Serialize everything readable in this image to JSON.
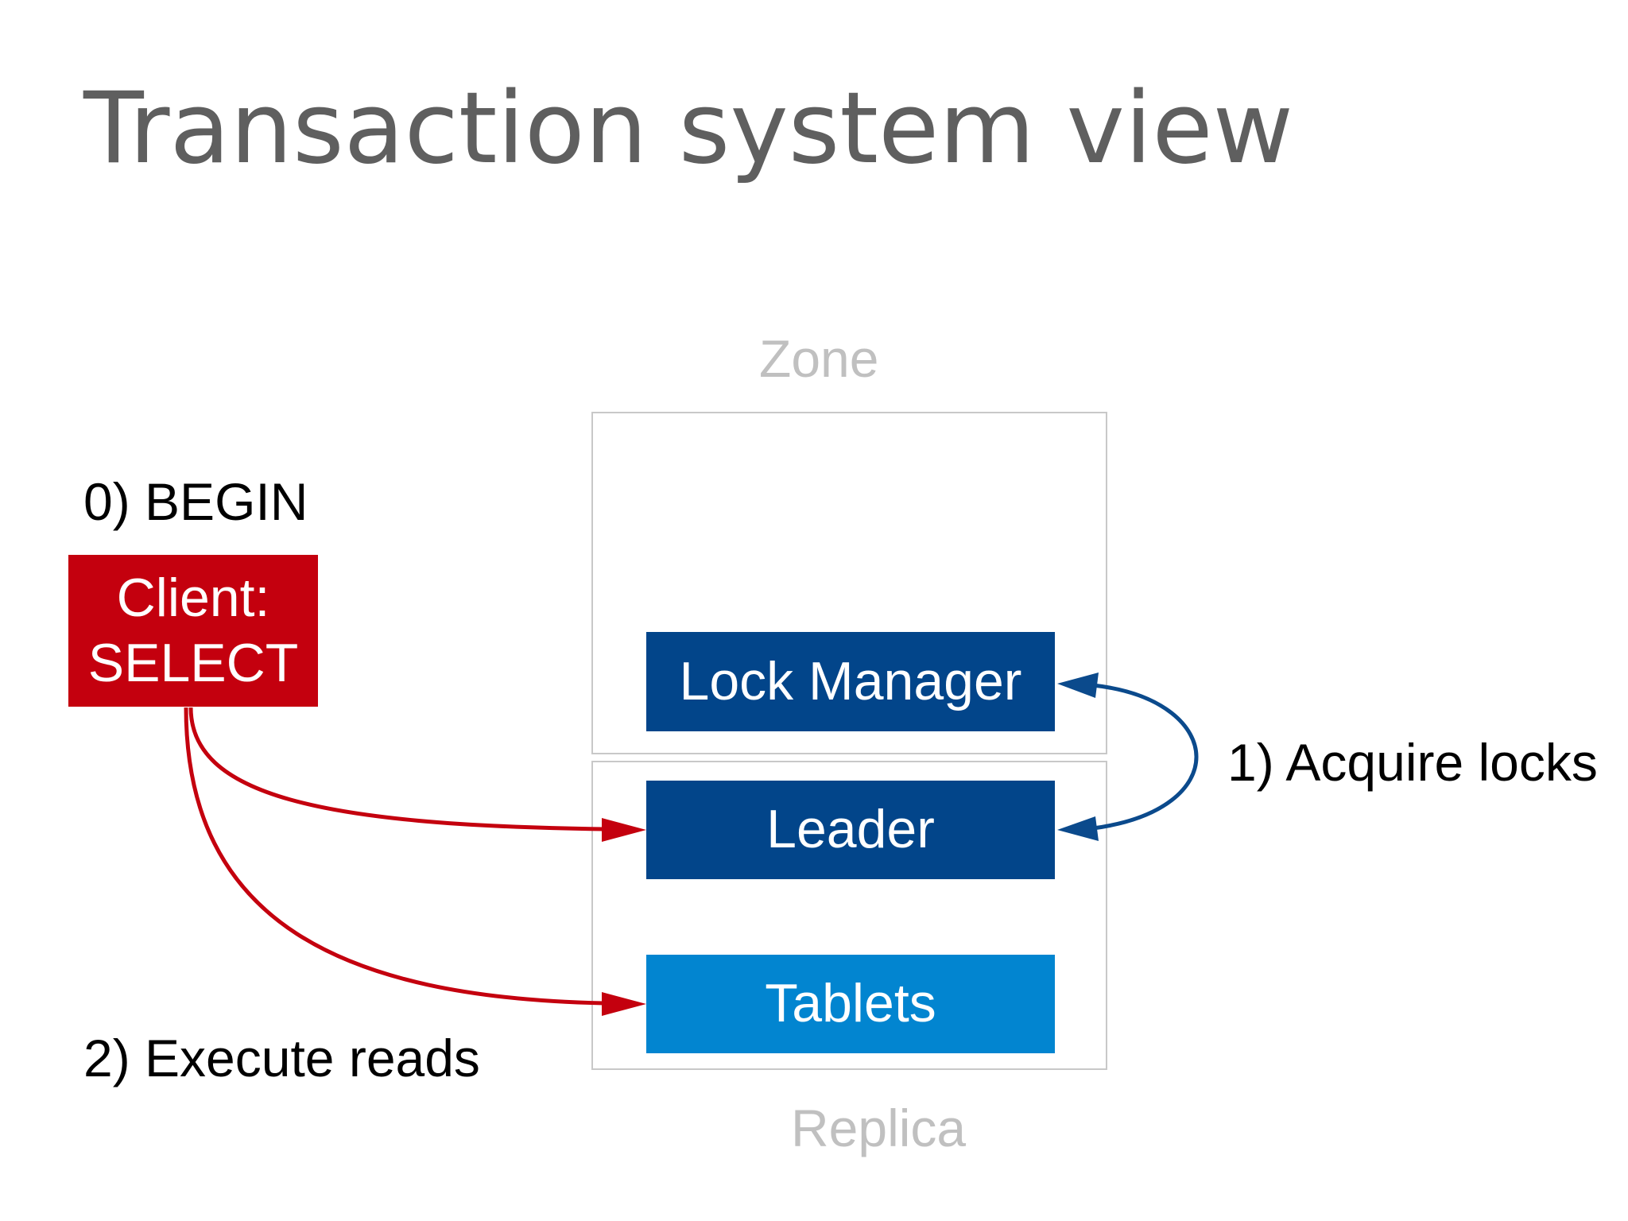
{
  "title": "Transaction system view",
  "zone_label": "Zone",
  "replica_label": "Replica",
  "steps": {
    "begin": "0) BEGIN",
    "acquire_locks": "1) Acquire locks",
    "execute_reads": "2) Execute reads"
  },
  "client": {
    "line1": "Client:",
    "line2": "SELECT"
  },
  "components": {
    "lock_manager": "Lock Manager",
    "leader": "Leader",
    "tablets": "Tablets"
  },
  "colors": {
    "title": "#5f5f5f",
    "caption": "#c0c0c0",
    "client_red": "#c4000e",
    "dark_blue": "#02458a",
    "light_blue": "#0285d0",
    "blue_arrow": "#0b4a8c",
    "red_arrow": "#c4000e"
  }
}
